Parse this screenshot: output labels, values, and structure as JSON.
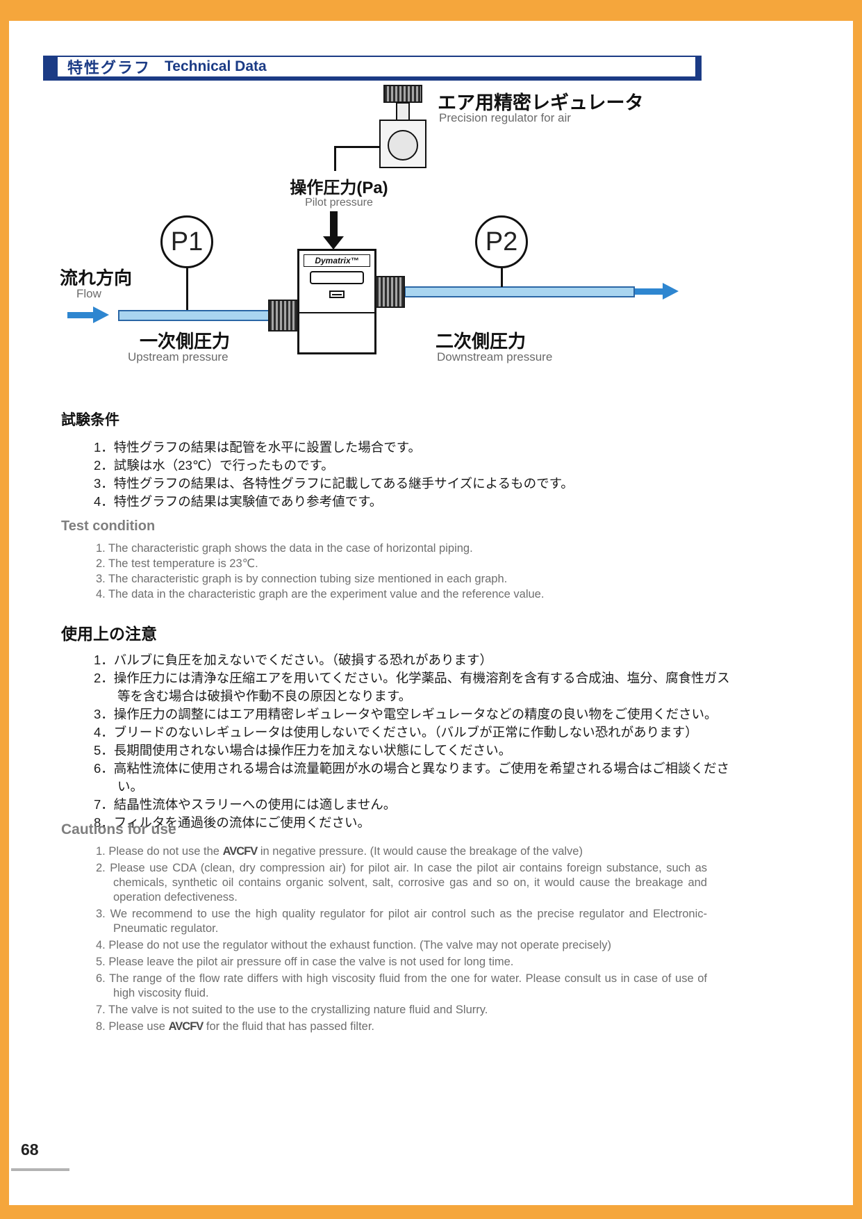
{
  "colors": {
    "frame_orange": "#F5A63C",
    "navy": "#1B3B85",
    "pipe_fill": "#A9D5F0",
    "pipe_border": "#2A66A5",
    "arrow_blue": "#2E86D0",
    "gray_text": "#7E7E7E"
  },
  "header": {
    "title_ja": "特性グラフ",
    "title_en": "Technical Data"
  },
  "diagram": {
    "regulator_label_ja": "エア用精密レギュレータ",
    "regulator_label_en": "Precision regulator for air",
    "pilot_ja": "操作圧力(Pa)",
    "pilot_en": "Pilot pressure",
    "p1": "P1",
    "p2": "P2",
    "flow_ja": "流れ方向",
    "flow_en": "Flow",
    "upstream_ja": "一次側圧力",
    "upstream_en": "Upstream pressure",
    "downstream_ja": "二次側圧力",
    "downstream_en": "Downstream pressure",
    "valve_brand": "Dymatrix™"
  },
  "test_ja": {
    "heading": "試験条件",
    "items": [
      "1．特性グラフの結果は配管を水平に設置した場合です。",
      "2．試験は水（23℃）で行ったものです。",
      "3．特性グラフの結果は、各特性グラフに記載してある継手サイズによるものです。",
      "4．特性グラフの結果は実験値であり参考値です。"
    ]
  },
  "test_en": {
    "heading": "Test condition",
    "items": [
      "1. The characteristic graph shows the data in the case of horizontal piping.",
      "2. The test temperature is 23℃.",
      "3. The characteristic graph is by connection tubing size mentioned in each graph.",
      "4. The data in the characteristic graph are the experiment value and the reference value."
    ]
  },
  "cautions_ja": {
    "heading": "使用上の注意",
    "items": [
      "1．バルブに負圧を加えないでください。（破損する恐れがあります）",
      "2．操作圧力には清浄な圧縮エアを用いてください。化学薬品、有機溶剤を含有する合成油、塩分、腐食性ガス等を含む場合は破損や作動不良の原因となります。",
      "3．操作圧力の調整にはエア用精密レギュレータや電空レギュレータなどの精度の良い物をご使用ください。",
      "4．ブリードのないレギュレータは使用しないでください。（バルブが正常に作動しない恐れがあります）",
      "5．長期間使用されない場合は操作圧力を加えない状態にしてください。",
      "6．高粘性流体に使用される場合は流量範囲が水の場合と異なります。ご使用を希望される場合はご相談ください。",
      "7．結晶性流体やスラリーへの使用には適しません。",
      "8．フィルタを通過後の流体にご使用ください。"
    ]
  },
  "cautions_en": {
    "heading": "Cautions for use",
    "item1_pre": "1. Please do not use the ",
    "logo": "AVCFV",
    "item1_post": " in negative pressure.  (It would cause the breakage of the valve)",
    "items_mid": [
      "2. Please use CDA (clean, dry compression air) for pilot air. In case the pilot air contains foreign substance, such as chemicals, synthetic oil contains organic solvent, salt, corrosive gas and so on, it would cause the breakage and operation defectiveness.",
      "3. We recommend to use the high quality regulator for pilot air control such as the precise regulator and Electronic-Pneumatic regulator.",
      "4. Please do not use the regulator without the exhaust function. (The valve may not operate precisely)",
      "5. Please leave the pilot air pressure off in case the valve is not used for long time.",
      "6. The range of the flow rate differs with high viscosity fluid from the one for water.  Please consult us in case of use of high viscosity fluid.",
      "7. The valve is not suited to the use to the crystallizing nature fluid and Slurry."
    ],
    "item8_pre": "8. Please use ",
    "item8_post": " for the fluid that has passed filter."
  },
  "footer": {
    "page_number": "68"
  }
}
